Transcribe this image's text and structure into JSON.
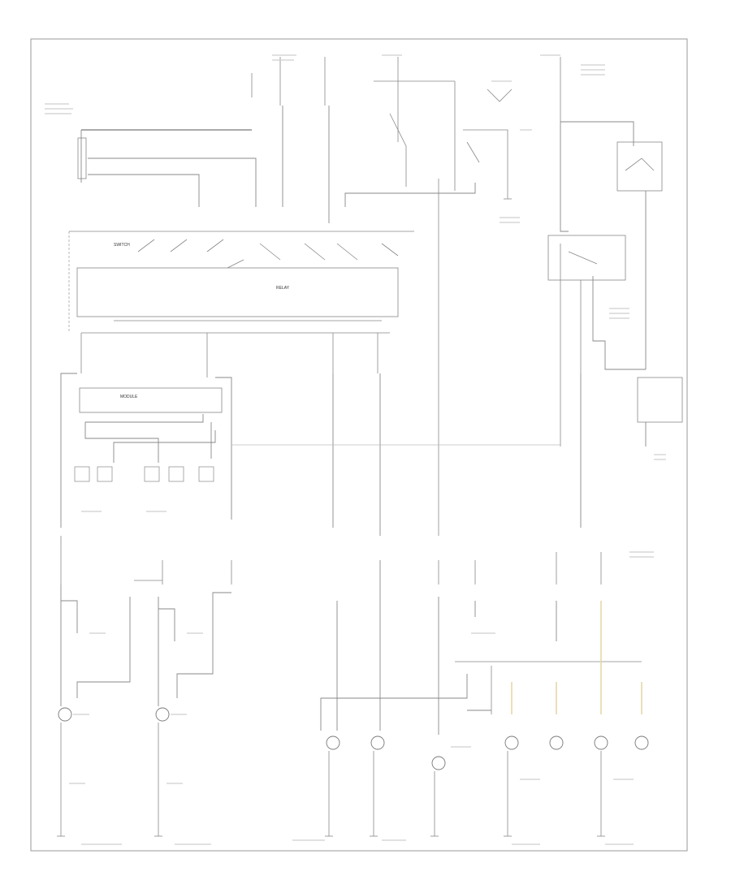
{
  "diagram": {
    "labels": {
      "switch_block": "SWITCH",
      "relay_block": "RELAY",
      "module_block": "MODULE"
    },
    "colors": {
      "pink": "#f08ed8",
      "cyan": "#66f2ee",
      "orange": "#f7a767",
      "yellow": "#f2ee88",
      "olive": "#c6cf90",
      "green": "#8fe08f",
      "tan": "#e0c27e",
      "blue": "#7d8fe0",
      "lavender": "#b6b6ee",
      "gray": "#888888"
    }
  }
}
